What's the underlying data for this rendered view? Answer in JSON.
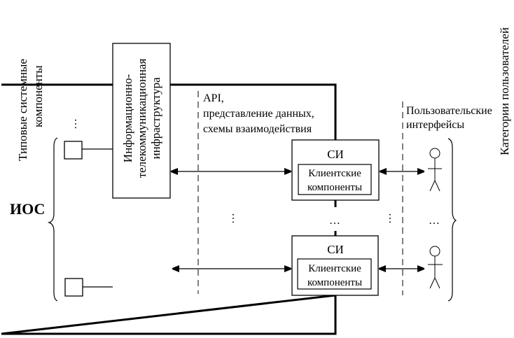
{
  "labels": {
    "system_components": [
      "Типовые системные",
      "компоненты"
    ],
    "ios": "ИОС",
    "infrastructure": [
      "Информационно-",
      "телекоммуникационная",
      "инфраструктура"
    ],
    "api": [
      "API,",
      "представление данных,",
      "схемы взаимодействия"
    ],
    "user_interfaces": [
      "Пользовательские",
      "интерфейсы"
    ],
    "user_categories": "Категории пользователей",
    "si": "СИ",
    "client_components": [
      "Клиентские",
      "компоненты"
    ],
    "ellipsis": "…",
    "vertical_ellipsis": "⋮"
  }
}
